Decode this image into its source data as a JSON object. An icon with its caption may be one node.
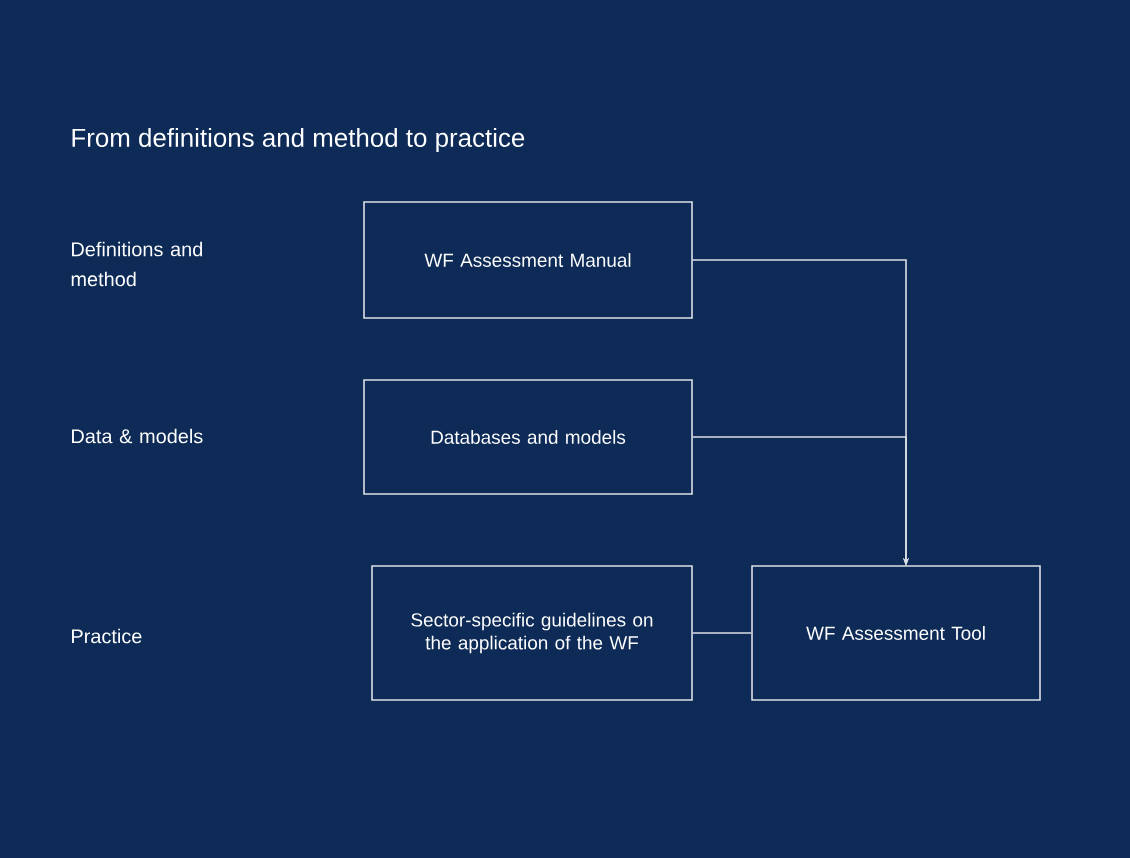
{
  "diagram": {
    "title": "From definitions and method to practice",
    "nodes": [
      {
        "text": [
          "WF Assessment Manual"
        ]
      },
      {
        "text": [
          "Databases and models"
        ]
      },
      {
        "text": [
          "Sector-specific guidelines on the application of the WF"
        ]
      },
      {
        "text": [
          "WF Assessment Tool"
        ]
      }
    ],
    "edges": [
      {
        "from": 0,
        "to": 3,
        "arrow": "to"
      },
      {
        "from": 1,
        "to": 3,
        "arrow": "to"
      },
      {
        "from": 2,
        "to": 3,
        "arrow": "none"
      }
    ],
    "labels": [
      "Definitions and method",
      "Data & models",
      "Practice"
    ]
  }
}
